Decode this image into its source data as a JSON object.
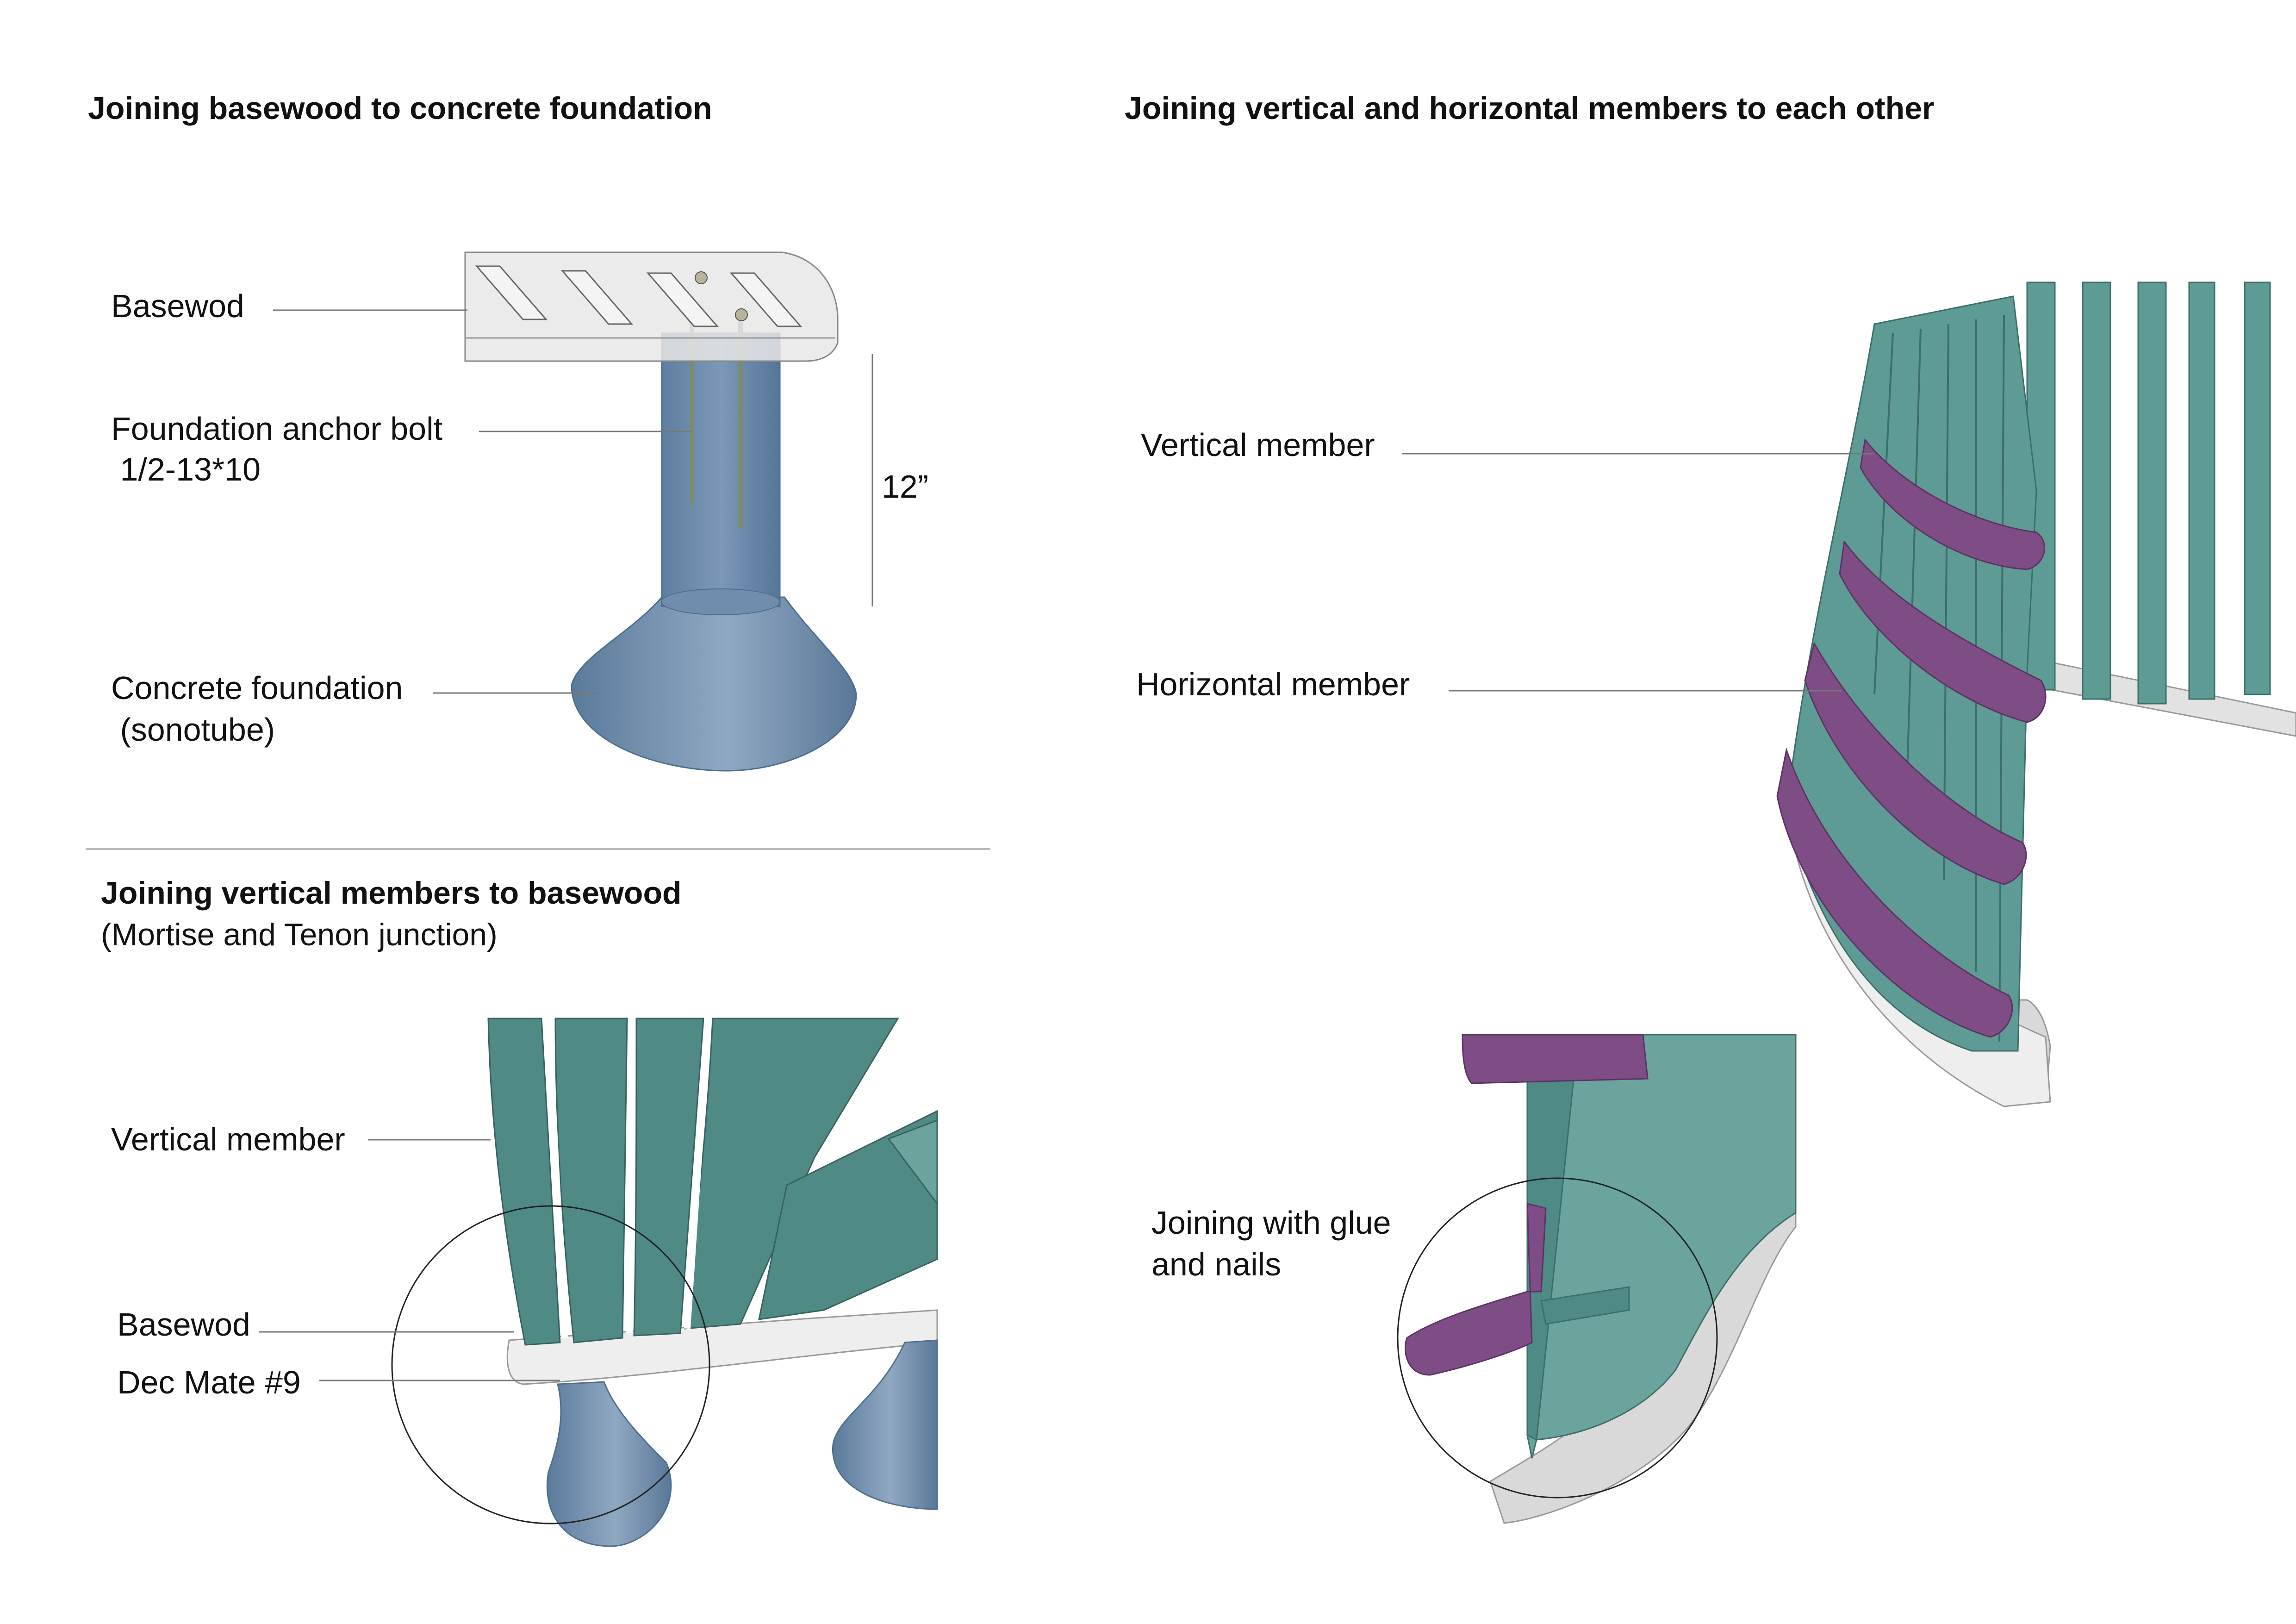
{
  "colors": {
    "teal": "#4f8a84",
    "teal_light": "#6aa49d",
    "teal_dark": "#3c6f6a",
    "purple": "#7e4d86",
    "purple_dark": "#5d3264",
    "concrete": "#5f7f9f",
    "concrete_light": "#8ea7c0",
    "basewood": "#e6e6e6",
    "leader": "#666666"
  },
  "sections": {
    "foundation": {
      "title": "Joining basewood to concrete foundation",
      "labels": {
        "basewood": "Basewod",
        "anchor_bolt_1": "Foundation anchor bolt",
        "anchor_bolt_2": " 1/2-13*10",
        "concrete_1": "Concrete foundation",
        "concrete_2": " (sonotube)",
        "dimension": "12”"
      }
    },
    "mortise": {
      "title": "Joining vertical members to basewood",
      "subtitle": "(Mortise and Tenon junction)",
      "labels": {
        "vertical": "Vertical member",
        "basewood": "Basewod",
        "decmate": "Dec Mate #9"
      }
    },
    "members": {
      "title": "Joining vertical and horizontal members to each other",
      "labels": {
        "vertical": "Vertical member",
        "horizontal": "Horizontal member",
        "glue_1": "Joining with glue",
        "glue_2": "and nails"
      }
    }
  }
}
